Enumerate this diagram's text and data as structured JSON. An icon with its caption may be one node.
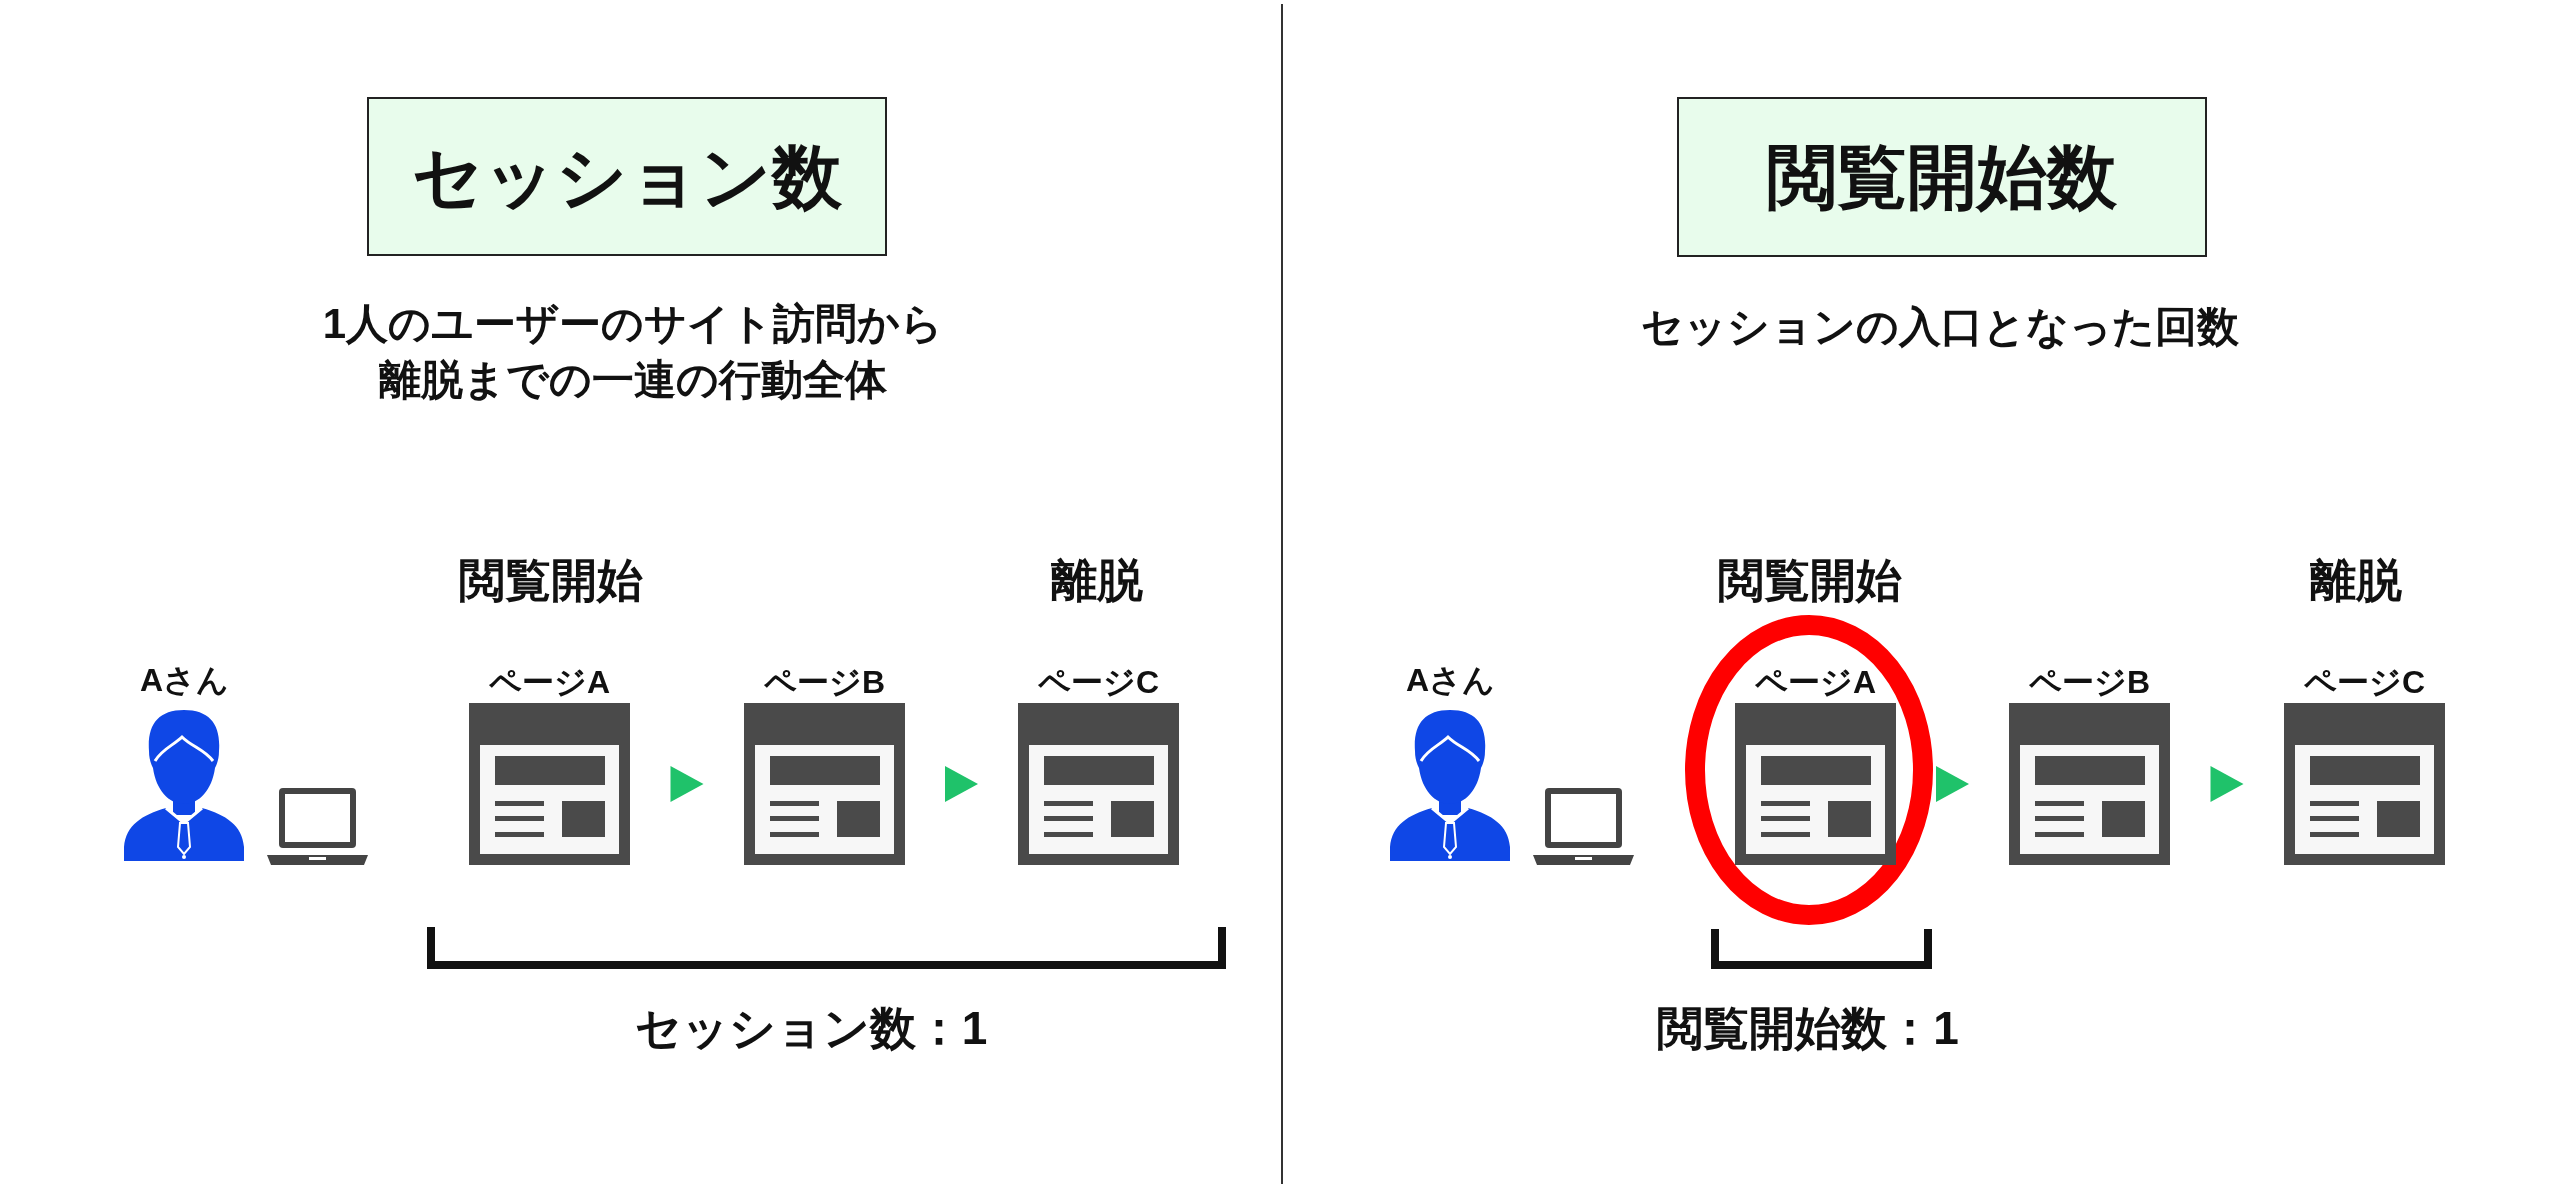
{
  "diagram": {
    "nodes": [
      {
        "text": [
          "セッション数"
        ]
      },
      {
        "text": [
          "Aさん"
        ]
      },
      {
        "text": [
          "ページA"
        ]
      },
      {
        "text": [
          "ページB"
        ]
      },
      {
        "text": [
          "ページC"
        ]
      },
      {
        "text": [
          "閲覧開始数"
        ]
      },
      {
        "text": [
          "Aさん"
        ]
      },
      {
        "text": [
          "ページA"
        ]
      },
      {
        "text": [
          "ページB"
        ]
      },
      {
        "text": [
          "ページC"
        ]
      }
    ],
    "edges": [
      {
        "from": 2,
        "to": 3,
        "arrow": "to"
      },
      {
        "from": 3,
        "to": 4,
        "arrow": "to"
      },
      {
        "from": 7,
        "to": 8,
        "arrow": "to"
      },
      {
        "from": 8,
        "to": 9,
        "arrow": "to"
      }
    ],
    "labels": [
      "1人のユーザーのサイト訪問から離脱までの一連の行動全体",
      "閲覧開始",
      "離脱",
      "セッション数：1",
      "セッションの入口となった回数",
      "閲覧開始",
      "離脱",
      "閲覧開始数：1"
    ]
  }
}
